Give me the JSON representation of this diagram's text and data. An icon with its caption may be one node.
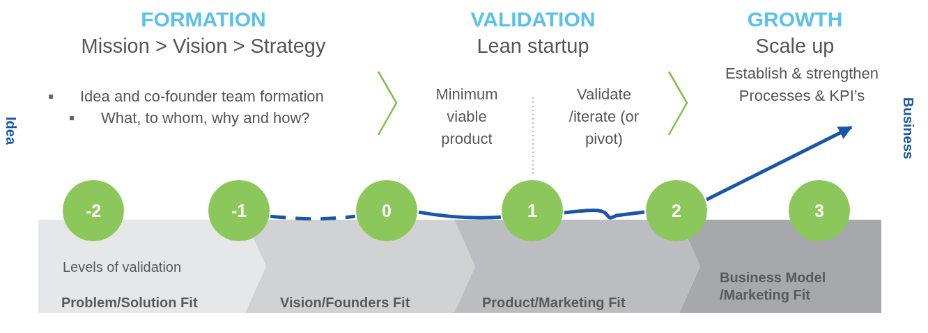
{
  "diagram": {
    "nodes": [
      {
        "text": [
          "-2"
        ]
      },
      {
        "text": [
          "-1"
        ]
      },
      {
        "text": [
          "0"
        ]
      },
      {
        "text": [
          "1"
        ]
      },
      {
        "text": [
          "2"
        ]
      },
      {
        "text": [
          "3"
        ]
      },
      {
        "text": [
          "Levels of validation",
          "Problem/Solution Fit"
        ]
      },
      {
        "text": [
          "Vision/Founders Fit"
        ]
      },
      {
        "text": [
          "Product/Marketing Fit"
        ]
      },
      {
        "text": [
          "Business Model /Marketing Fit"
        ]
      }
    ],
    "edges": [
      {
        "from": 1,
        "to": 2,
        "arrow": "none",
        "style": "dashed"
      },
      {
        "from": 2,
        "to": 3,
        "arrow": "none"
      },
      {
        "from": 3,
        "to": 4,
        "arrow": "none"
      },
      {
        "from": 4,
        "to": null,
        "arrow": "to"
      }
    ],
    "labels": [
      "FORMATION",
      "Mission > Vision > Strategy",
      "VALIDATION",
      "Lean startup",
      "GROWTH",
      "Scale up",
      "Establish & strengthen Processes & KPI’s",
      "Idea and co-founder team formation",
      "What, to whom, why and how?",
      "Minimum viable product",
      "Validate /iterate (or pivot)",
      "Idea",
      "Business"
    ]
  }
}
